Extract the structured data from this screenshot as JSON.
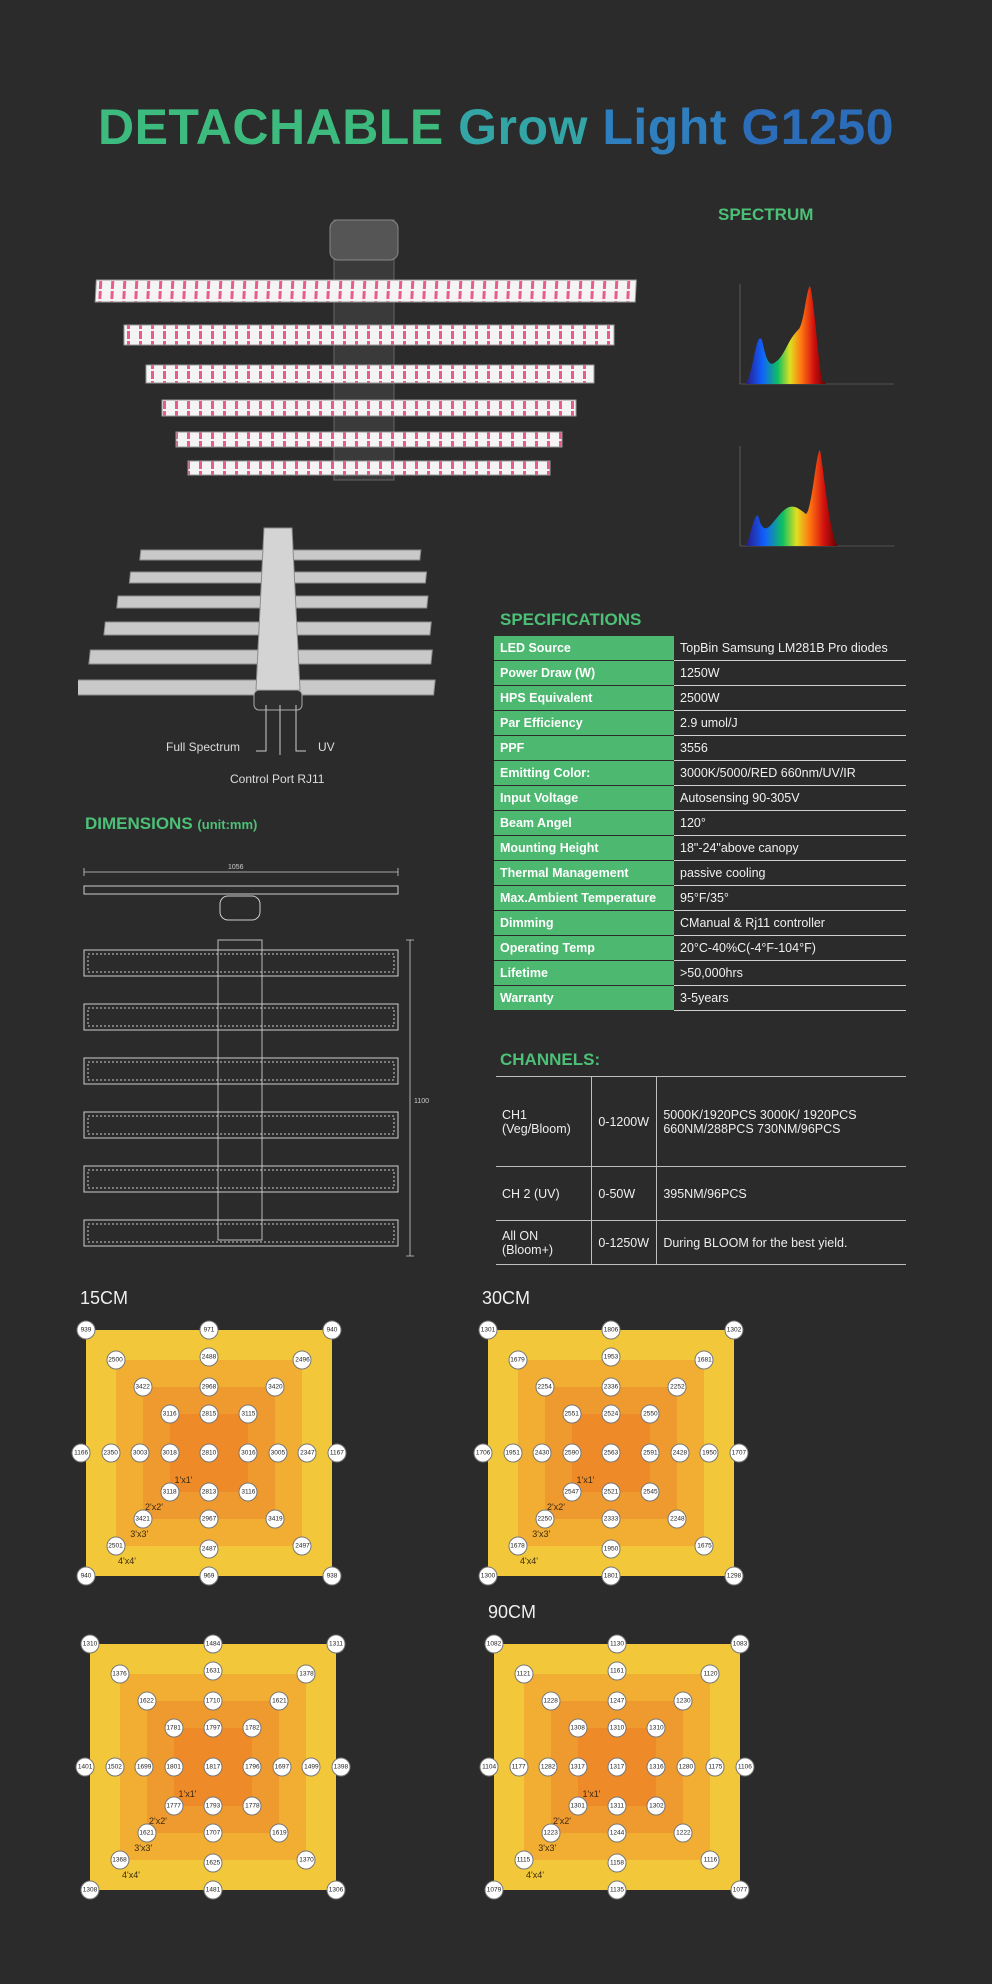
{
  "title": {
    "w1": "DETACHABLE",
    "w2": "Grow",
    "w3": "Light",
    "w4": "G1250"
  },
  "spectrum": {
    "heading": "SPECTRUM"
  },
  "specifications": {
    "heading": "SPECIFICATIONS",
    "rows": [
      {
        "key": "LED Source",
        "value": "TopBin Samsung LM281B Pro diodes"
      },
      {
        "key": "Power Draw (W)",
        "value": "1250W"
      },
      {
        "key": "HPS Equivalent",
        "value": "2500W"
      },
      {
        "key": "Par Efficiency",
        "value": "2.9 umol/J"
      },
      {
        "key": "PPF",
        "value": "3556"
      },
      {
        "key": "Emitting Color:",
        "value": "3000K/5000/RED 660nm/UV/IR"
      },
      {
        "key": "Input Voltage",
        "value": "Autosensing 90-305V"
      },
      {
        "key": "Beam Angel",
        "value": "120°"
      },
      {
        "key": "Mounting Height",
        "value": "18\"-24\"above canopy"
      },
      {
        "key": "Thermal Management",
        "value": "passive cooling"
      },
      {
        "key": "Max.Ambient Temperature",
        "value": "95°F/35°"
      },
      {
        "key": "Dimming",
        "value": "CManual & Rj11 controller"
      },
      {
        "key": "Operating Temp",
        "value": "20°C-40%C(-4°F-104°F)"
      },
      {
        "key": "Lifetime",
        "value": ">50,000hrs"
      },
      {
        "key": "Warranty",
        "value": "3-5years"
      }
    ]
  },
  "callouts": {
    "full_spectrum": "Full Spectrum",
    "uv": "UV",
    "control_port": "Control Port RJ11"
  },
  "dimensions": {
    "heading": "DIMENSIONS",
    "unit": "(unit:mm)",
    "width_label": "1056",
    "height_label": "1100"
  },
  "channels": {
    "heading": "CHANNELS:",
    "rows": [
      {
        "name": "CH1 (Veg/Bloom)",
        "power": "0-1200W",
        "detail": "5000K/1920PCS 3000K/ 1920PCS 660NM/288PCS 730NM/96PCS"
      },
      {
        "name": "CH 2 (UV)",
        "power": "0-50W",
        "detail": "395NM/96PCS"
      },
      {
        "name": "All  ON (Bloom+)",
        "power": "0-1250W",
        "detail": "During  BLOOM  for the best yield."
      }
    ]
  },
  "ppfd_maps": {
    "square_labels": [
      "1'x1'",
      "2'x2'",
      "3'x3'",
      "4'x4'"
    ],
    "maps": [
      {
        "label": "15CM",
        "values": [
          "939",
          "971",
          "940",
          "2500",
          "2488",
          "2496",
          "3422",
          "2968",
          "3420",
          "3116",
          "2815",
          "3115",
          "1166",
          "2350",
          "3003",
          "3018",
          "2810",
          "3016",
          "3005",
          "2347",
          "1167",
          "3118",
          "2813",
          "3116",
          "3421",
          "2967",
          "3419",
          "2501",
          "2487",
          "2497",
          "940",
          "969",
          "938"
        ]
      },
      {
        "label": "30CM",
        "values": [
          "1301",
          "1806",
          "1302",
          "1679",
          "1953",
          "1681",
          "2254",
          "2336",
          "2252",
          "2551",
          "2524",
          "2550",
          "1706",
          "1951",
          "2430",
          "2590",
          "2563",
          "2591",
          "2428",
          "1950",
          "1707",
          "2547",
          "2521",
          "2545",
          "2250",
          "2333",
          "2248",
          "1678",
          "1950",
          "1675",
          "1300",
          "1801",
          "1298"
        ]
      },
      {
        "label": "",
        "values": [
          "1310",
          "1484",
          "1311",
          "1376",
          "1631",
          "1378",
          "1622",
          "1710",
          "1621",
          "1781",
          "1797",
          "1782",
          "1401",
          "1502",
          "1699",
          "1801",
          "1817",
          "1796",
          "1697",
          "1499",
          "1398",
          "1777",
          "1793",
          "1778",
          "1621",
          "1707",
          "1619",
          "1368",
          "1625",
          "1370",
          "1308",
          "1481",
          "1306"
        ]
      },
      {
        "label": "90CM",
        "values": [
          "1082",
          "1130",
          "1083",
          "1121",
          "1161",
          "1120",
          "1228",
          "1247",
          "1230",
          "1308",
          "1310",
          "1310",
          "1104",
          "1177",
          "1282",
          "1317",
          "1317",
          "1316",
          "1280",
          "1175",
          "1106",
          "1301",
          "1311",
          "1302",
          "1223",
          "1244",
          "1222",
          "1115",
          "1158",
          "1116",
          "1079",
          "1135",
          "1077"
        ]
      }
    ]
  },
  "colors": {
    "green": "#4cb870",
    "bg": "#2b2b2b",
    "fp1": "#f2c83a",
    "fp2": "#f2ae33",
    "fp3": "#ef9a2e",
    "fp4": "#ef8a28"
  }
}
